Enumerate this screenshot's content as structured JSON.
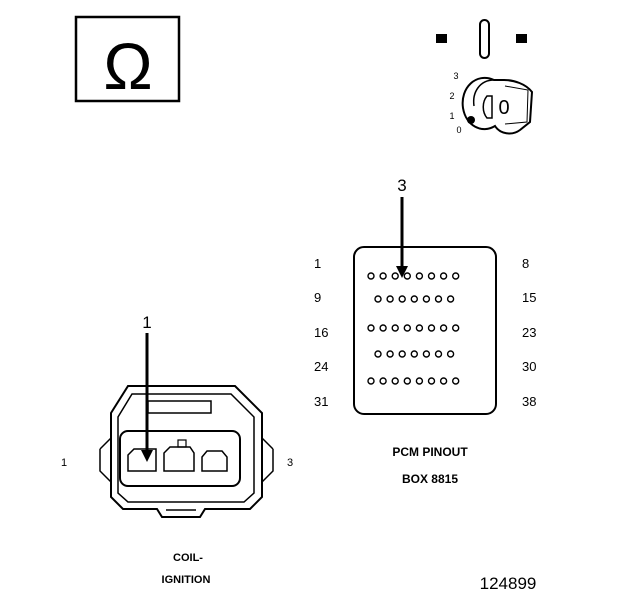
{
  "ohmmeter": {
    "symbol": "Ω"
  },
  "ignition_key": {
    "positions": [
      "3",
      "2",
      "1",
      "0"
    ],
    "key_label": "0"
  },
  "pcm": {
    "callout": "3",
    "row_start": [
      "1",
      "9",
      "16",
      "24",
      "31"
    ],
    "row_end": [
      "8",
      "15",
      "23",
      "30",
      "38"
    ],
    "pins_per_row": [
      8,
      7,
      8,
      7,
      8
    ],
    "title": "PCM PINOUT",
    "box": "BOX 8815"
  },
  "coil": {
    "callout": "1",
    "left_pin": "1",
    "right_pin": "3",
    "label_line1": "COIL-",
    "label_line2": "IGNITION"
  },
  "figure_number": "124899"
}
